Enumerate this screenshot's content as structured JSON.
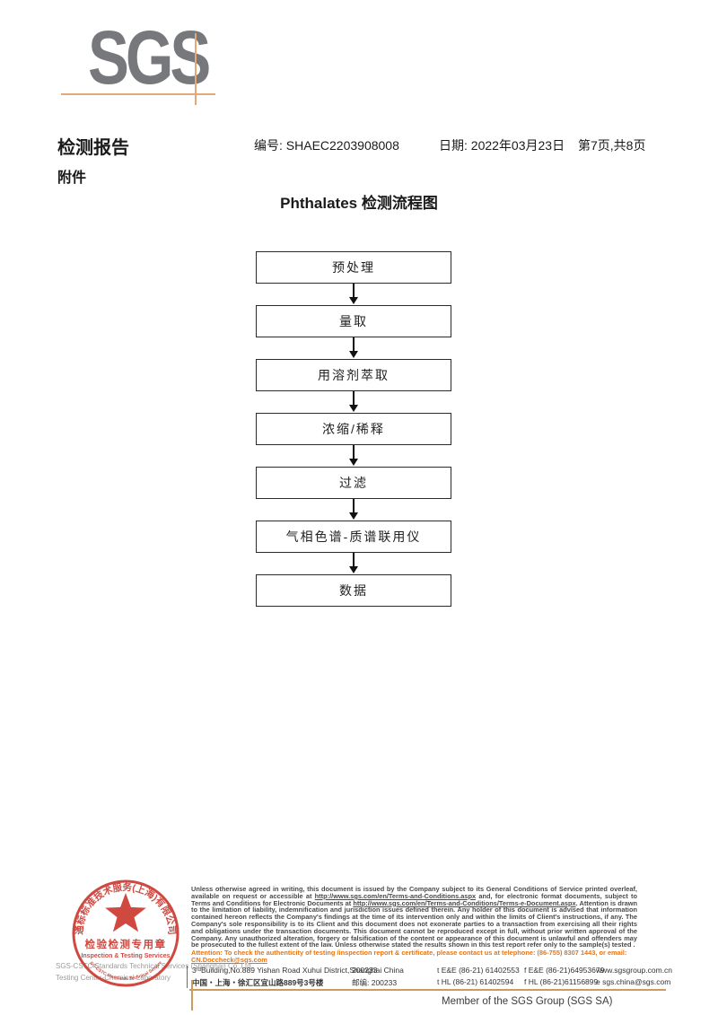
{
  "colors": {
    "logo_gray": "#77787b",
    "accent_tan": "#e3a876",
    "footer_tan": "#cf9a5e",
    "stamp_red": "#cd3a31",
    "attention_orange": "#e87511",
    "disclaimer_gray": "#4a4a4c"
  },
  "logo": {
    "text": "SGS"
  },
  "header": {
    "title": "检测报告",
    "report_no": "编号: SHAEC2203908008",
    "date": "日期: 2022年03月23日",
    "page_info": "第7页,共8页",
    "attachment_label": "附件"
  },
  "flowchart": {
    "title": "Phthalates 检测流程图",
    "steps": [
      "预处理",
      "量取",
      "用溶剂萃取",
      "浓缩/稀释",
      "过滤",
      "气相色谱-质谱联用仪",
      "数据"
    ]
  },
  "disclaimer": {
    "body_segments": [
      {
        "t": "Unless otherwise agreed in writing, this document is issued by the Company subject to its General Conditions of Service printed overleaf, available on request or accessible at ",
        "u": false
      },
      {
        "t": "http://www.sgs.com/en/Terms-and-Conditions.aspx",
        "u": true
      },
      {
        "t": " and, for electronic format documents, subject to Terms and Conditions for Electronic Documents at ",
        "u": false
      },
      {
        "t": "http://www.sgs.com/en/Terms-and-Conditions/Terms-e-Document.aspx",
        "u": true
      },
      {
        "t": ". Attention is drawn to the limitation of liability, indemnification and jurisdiction issues defined therein. Any holder of this document is advised that information contained hereon reflects the Company's findings at the time of its intervention only and within the limits of Client's instructions, if any. The Company's sole responsibility is to its Client and this document does not exonerate parties to a transaction from exercising all their rights and obligations under the transaction documents. This document cannot be reproduced except in full, without prior written approval of the Company. Any unauthorized alteration, forgery or falsification of the content or appearance of this document is unlawful and offenders may be prosecuted to the fullest extent of the law. Unless otherwise stated the results shown in this test report refer only to the sample(s) tested .",
        "u": false
      }
    ],
    "attention_segments": [
      {
        "t": "Attention: To check the authenticity of testing /inspection report & certificate, please contact us at telephone: (86-755) 8307 1443, or email: ",
        "u": false
      },
      {
        "t": "CN.Doccheck@sgs.com",
        "u": true
      }
    ]
  },
  "stamp": {
    "arc_top": "通标标准技术服务(上海)有限公司",
    "line1": "检验检测专用章",
    "line2": "Inspection & Testing Services",
    "arc_bottom": "SGS-CSTC Standards Technical Services",
    "company_en": "SGS-CSTC Standards Technical Services (Shanghai) Co.,Ltd.",
    "company_dept": "Testing Center-Chemical Laboratory"
  },
  "address": {
    "en_line1": "3ʳᵈBuilding,No.889 Yishan Road Xuhui District,Shanghai China",
    "zip1": "200233",
    "tel1": "t E&E (86-21) 61402553",
    "fax1": "f E&E (86-21)64953679",
    "web": "www.sgsgroup.com.cn",
    "cn_line2": "中国・上海・徐汇区宜山路889号3号楼",
    "zip2": "邮编: 200233",
    "tel2": "t HL (86-21) 61402594",
    "fax2": "f HL (86-21)61156899",
    "email": "e  sgs.china@sgs.com"
  },
  "footer": {
    "member_text": "Member of the SGS Group (SGS SA)"
  }
}
